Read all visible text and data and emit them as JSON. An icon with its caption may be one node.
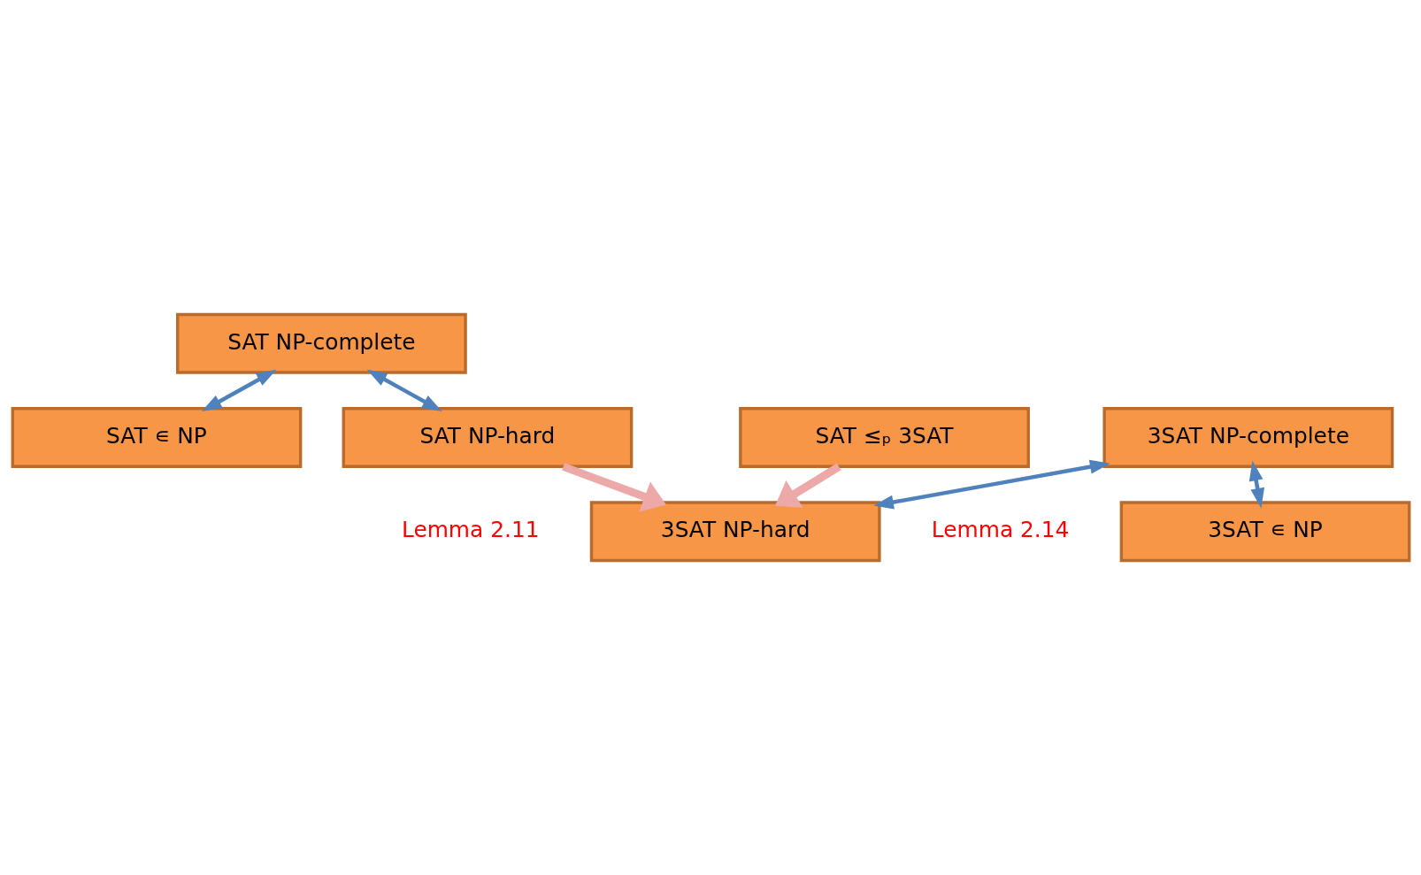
{
  "diagram": {
    "nodes": [
      {
        "text": [
          "SAT ∊ NP"
        ]
      },
      {
        "text": [
          "SAT NP-complete"
        ]
      },
      {
        "text": [
          "SAT NP-hard"
        ],
        "beside": [
          "Lemma 2.11"
        ]
      },
      {
        "text": [
          "SAT ≤ₚ 3SAT"
        ],
        "beside": [
          "Lemma 2.14"
        ]
      },
      {
        "text": [
          "3SAT NP-hard"
        ]
      },
      {
        "text": [
          "3SAT NP-complete"
        ]
      },
      {
        "text": [
          "3SAT ∊ NP"
        ]
      }
    ],
    "edges": [
      {
        "from": 1,
        "to": 0,
        "arrow": "both"
      },
      {
        "from": 1,
        "to": 2,
        "arrow": "both"
      },
      {
        "from": 2,
        "to": 4,
        "arrow": "to",
        "style": "thick",
        "color": "#eda8a8"
      },
      {
        "from": 3,
        "to": 4,
        "arrow": "to",
        "style": "thick",
        "color": "#eda8a8"
      },
      {
        "from": 5,
        "to": 4,
        "arrow": "both"
      },
      {
        "from": 5,
        "to": 6,
        "arrow": "both"
      }
    ]
  }
}
